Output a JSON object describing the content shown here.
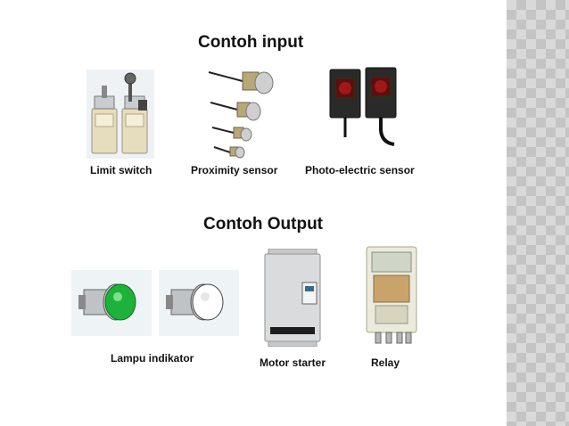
{
  "input_section": {
    "heading": "Contoh input",
    "items": [
      {
        "label": "Limit switch",
        "icon": "limit-switch-icon"
      },
      {
        "label": "Proximity sensor",
        "icon": "proximity-sensor-icon"
      },
      {
        "label": "Photo-electric sensor",
        "icon": "photo-electric-sensor-icon"
      }
    ]
  },
  "output_section": {
    "heading": "Contoh Output",
    "items": [
      {
        "label": "Lampu indikator",
        "icon": "indicator-lamp-icon"
      },
      {
        "label": "Motor starter",
        "icon": "motor-starter-icon"
      },
      {
        "label": "Relay",
        "icon": "relay-icon"
      }
    ]
  },
  "colors": {
    "text": "#111111",
    "side_pattern": "#d9d9d9",
    "lamp_green": "#1db33a"
  }
}
